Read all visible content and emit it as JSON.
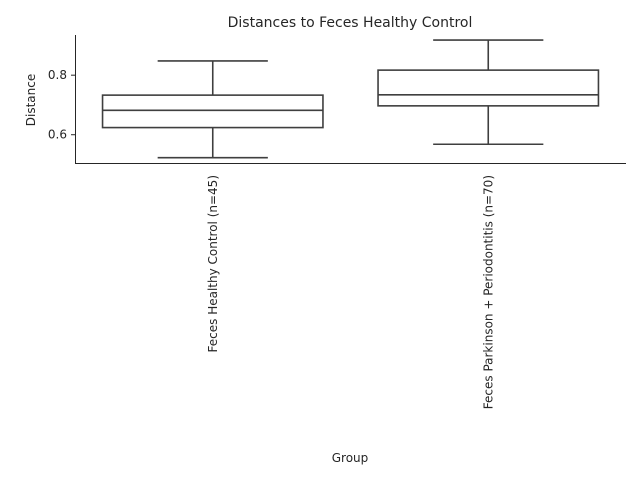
{
  "chart_data": {
    "type": "box",
    "title": "Distances to Feces Healthy Control",
    "xlabel": "Group",
    "ylabel": "Distance",
    "ylim": [
      0.505,
      0.935
    ],
    "yticks": [
      0.6,
      0.8
    ],
    "ytick_labels": [
      "0.6",
      "0.8"
    ],
    "grid": false,
    "categories": [
      "Feces Healthy Control (n=45)",
      "Feces Parkinson + Periodontitis (n=70)"
    ],
    "boxes": [
      {
        "whisker_low": 0.523,
        "q1": 0.624,
        "median": 0.682,
        "q3": 0.733,
        "whisker_high": 0.848
      },
      {
        "whisker_low": 0.568,
        "q1": 0.697,
        "median": 0.734,
        "q3": 0.817,
        "whisker_high": 0.918
      }
    ]
  }
}
